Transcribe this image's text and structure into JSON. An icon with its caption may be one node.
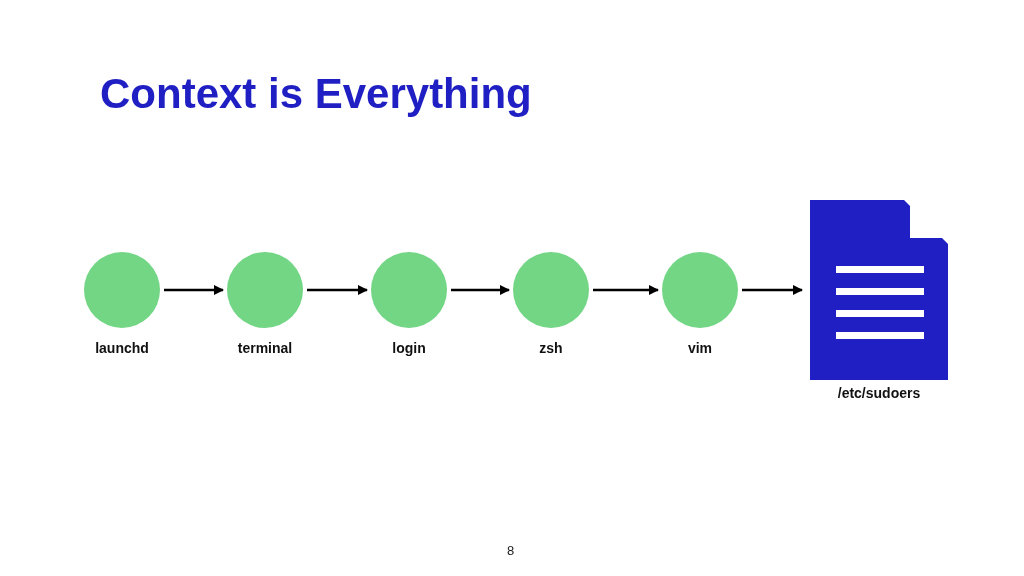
{
  "diagram": {
    "title": "Context is Everything",
    "nodes": [
      {
        "text": [
          "launchd"
        ]
      },
      {
        "text": [
          "terminal"
        ]
      },
      {
        "text": [
          "login"
        ]
      },
      {
        "text": [
          "zsh"
        ]
      },
      {
        "text": [
          "vim"
        ]
      },
      {
        "text": [
          "/etc/sudoers"
        ]
      }
    ],
    "edges": [
      {
        "from": 0,
        "to": 1,
        "arrow": "to"
      },
      {
        "from": 1,
        "to": 2,
        "arrow": "to"
      },
      {
        "from": 2,
        "to": 3,
        "arrow": "to"
      },
      {
        "from": 3,
        "to": 4,
        "arrow": "to"
      },
      {
        "from": 4,
        "to": 5,
        "arrow": "to"
      }
    ],
    "labels": [
      "8"
    ]
  }
}
